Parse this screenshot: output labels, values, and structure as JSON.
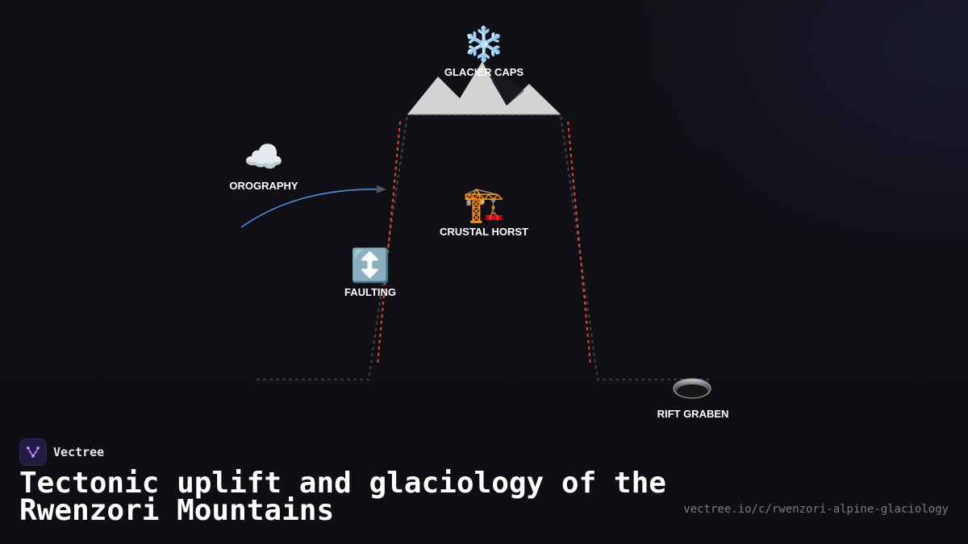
{
  "brand": {
    "name": "Vectree",
    "logo_icon": "vectree-logo-icon"
  },
  "title": "Tectonic uplift and glaciology of the Rwenzori Mountains",
  "url": "vectree.io/c/rwenzori-alpine-glaciology",
  "diagram": {
    "nodes": [
      {
        "id": "glacier-caps",
        "label": "GLACIER CAPS",
        "icon": "snowflake-icon",
        "glyph": "❄️"
      },
      {
        "id": "orography",
        "label": "OROGRAPHY",
        "icon": "cloud-icon",
        "glyph": "☁️"
      },
      {
        "id": "crustal-horst",
        "label": "CRUSTAL HORST",
        "icon": "construction-crane-icon",
        "glyph": "🏗️"
      },
      {
        "id": "faulting",
        "label": "FAULTING",
        "icon": "up-down-arrow-icon",
        "glyph": "↕️"
      },
      {
        "id": "rift-graben",
        "label": "RIFT GRABEN",
        "icon": "basin-icon",
        "glyph": ""
      }
    ],
    "colors": {
      "background": "#0f0e13",
      "outline": "#3a3a42",
      "fault_line": "#e84545",
      "orography_arrow": "#4a8fe0",
      "arrowhead": "#55555c",
      "peak": "#d4d4d4",
      "peak_shadow": "#1f1f25",
      "label": "#ffffff"
    }
  }
}
